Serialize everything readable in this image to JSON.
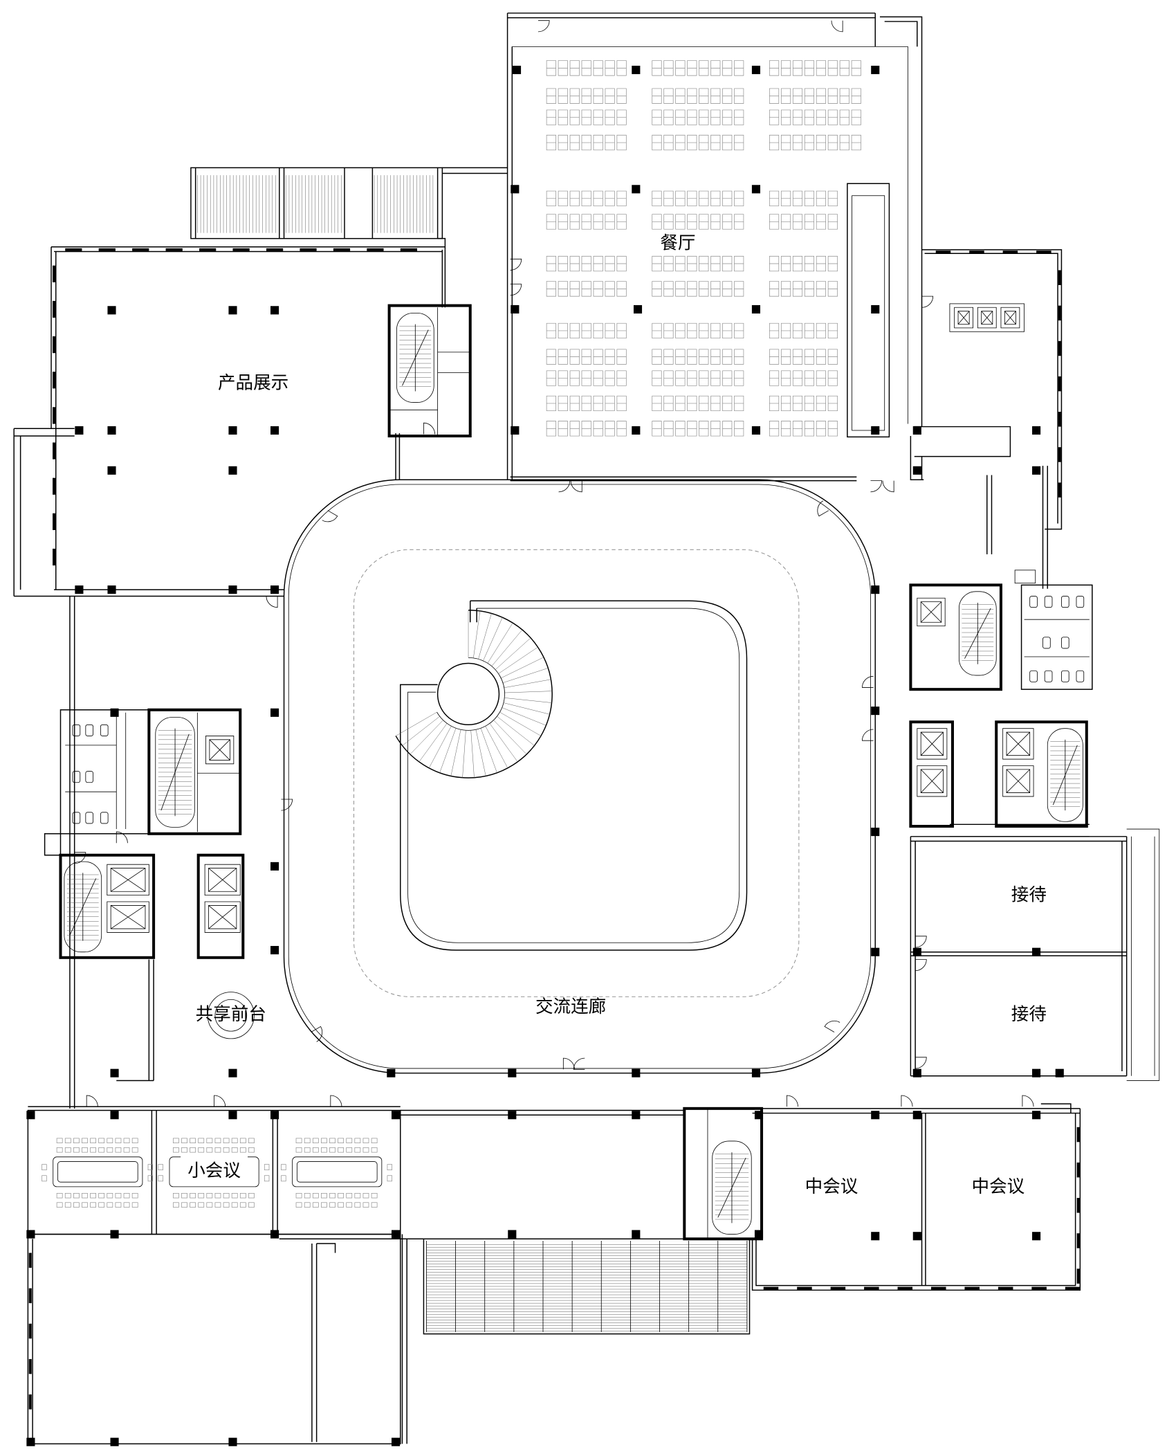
{
  "labels": {
    "product_display": "产品展示",
    "restaurant": "餐厅",
    "shared_reception": "共享前台",
    "communication_corridor": "交流连廊",
    "reception_upper": "接待",
    "reception_lower": "接待",
    "small_meeting": "小会议",
    "medium_meeting_left": "中会议",
    "medium_meeting_right": "中会议"
  },
  "colors": {
    "ink": "#000000",
    "paper": "#ffffff",
    "fine_line": "#8a8a8a"
  }
}
